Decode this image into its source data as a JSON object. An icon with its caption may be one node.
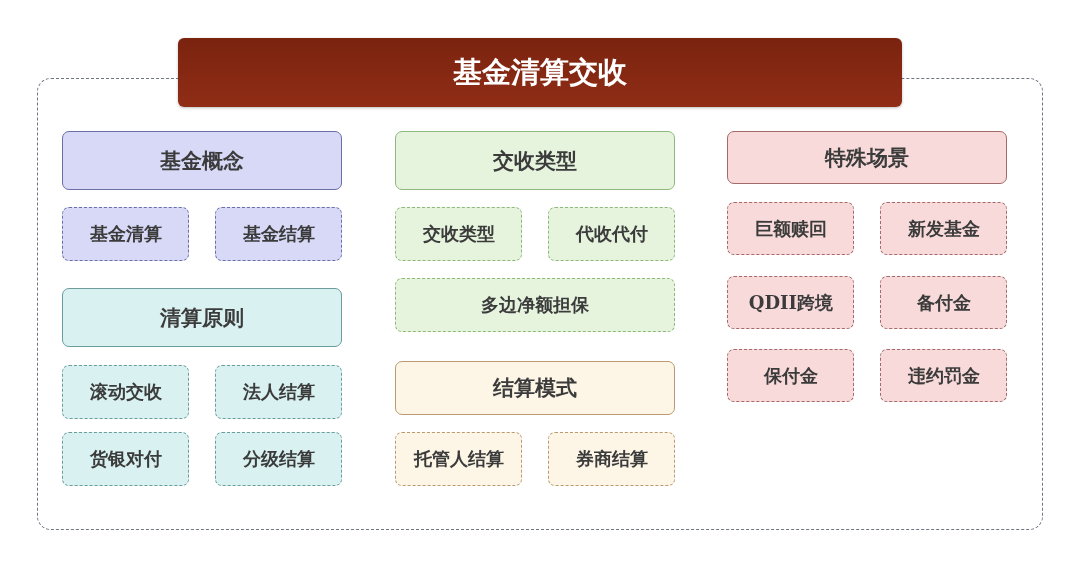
{
  "diagram": {
    "title": "基金清算交收",
    "nodes": [
      {
        "text": [],
        "shape": "box"
      },
      {
        "text": [
          "基金概念"
        ],
        "in": 0
      },
      {
        "text": [
          "基金清算"
        ],
        "in": 0
      },
      {
        "text": [
          "基金结算"
        ],
        "in": 0
      },
      {
        "text": [
          "清算原则"
        ],
        "in": 0
      },
      {
        "text": [
          "滚动交收"
        ],
        "in": 0
      },
      {
        "text": [
          "法人结算"
        ],
        "in": 0
      },
      {
        "text": [
          "货银对付"
        ],
        "in": 0
      },
      {
        "text": [
          "分级结算"
        ],
        "in": 0
      },
      {
        "text": [
          "交收类型"
        ],
        "in": 0
      },
      {
        "text": [
          "交收类型"
        ],
        "in": 0
      },
      {
        "text": [
          "代收代付"
        ],
        "in": 0
      },
      {
        "text": [
          "多边净额担保"
        ],
        "in": 0
      },
      {
        "text": [
          "结算模式"
        ],
        "in": 0
      },
      {
        "text": [
          "托管人结算"
        ],
        "in": 0
      },
      {
        "text": [
          "券商结算"
        ],
        "in": 0
      },
      {
        "text": [
          "特殊场景"
        ],
        "in": 0
      },
      {
        "text": [
          "巨额赎回"
        ],
        "in": 0
      },
      {
        "text": [
          "新发基金"
        ],
        "in": 0
      },
      {
        "text": [
          "QDII跨境"
        ],
        "in": 0
      },
      {
        "text": [
          "备付金"
        ],
        "in": 0
      },
      {
        "text": [
          "保付金"
        ],
        "in": 0
      },
      {
        "text": [
          "违约罚金"
        ],
        "in": 0
      }
    ]
  }
}
